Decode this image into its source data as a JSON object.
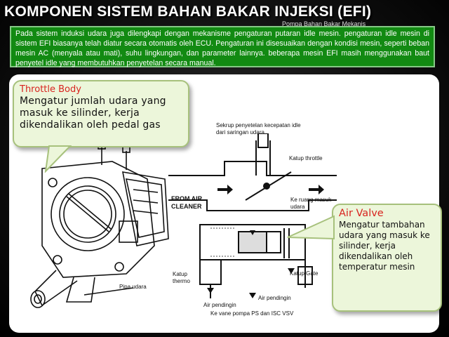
{
  "header": {
    "title": "KOMPONEN SISTEM BAHAN BAKAR INJEKSI (EFI)",
    "subtitle": "Pompa Bahan Bakar Mekanis"
  },
  "intro_text": "Pada sistem induksi udara juga dilengkapi dengan mekanisme pengaturan putaran idle mesin. pengaturan idle mesin di sistem EFI biasanya telah diatur secara otomatis oleh ECU. Pengaturan ini disesuaikan dengan kondisi mesin, seperti beban mesin AC (menyala atau mati), suhu lingkungan, dan parameter lainnya. beberapa mesin EFI masih menggunakan baut penyetel idle yang membutuhkan penyetelan secara manual.",
  "callouts": {
    "throttle": {
      "title": "Throttle Body",
      "text": "Mengatur jumlah udara yang masuk ke silinder, kerja dikendalikan oleh pedal gas"
    },
    "air_valve": {
      "title": "Air Valve",
      "text": "Mengatur tambahan udara yang masuk ke silinder, kerja dikendalikan oleh temperatur mesin"
    }
  },
  "diagram_labels": {
    "sekrup": "Sekrup penyetelan kecepatan idle",
    "sekrup2": "dari saringan udara",
    "katup_throttle": "Katup throttle",
    "from_air": "FROM AIR",
    "cleaner": "CLEANER",
    "ke_ruang": "Ke ruang masuk",
    "udara": "udara",
    "katup_thermo": "Katup",
    "thermo": "thermo",
    "katup_gate": "Katup Gate",
    "pipa_udara": "Pipa udara",
    "air_pendingin_1": "Air pendingin",
    "air_pendingin_2": "Air pendingin",
    "ke_vane": "Ke vane pompa PS dan ISC VSV"
  },
  "colors": {
    "title": "#ffffff",
    "green_box": "#128a12",
    "callout_bg": "#ecf6da",
    "callout_title": "#d8241f"
  }
}
